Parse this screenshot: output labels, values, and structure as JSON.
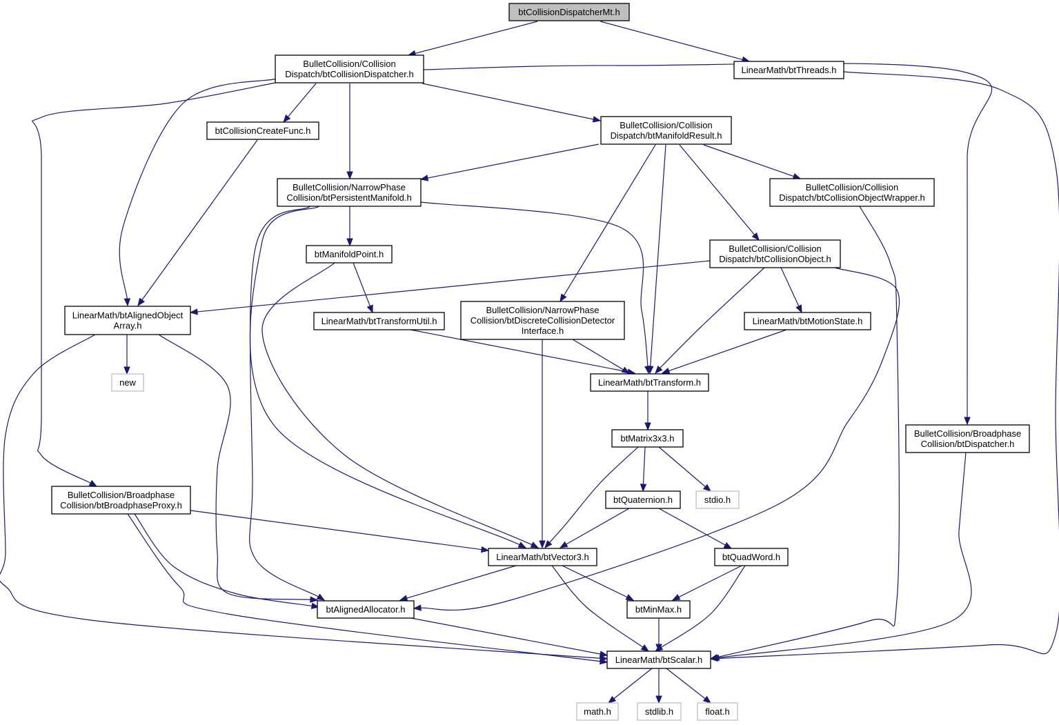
{
  "graph": {
    "nodes": [
      {
        "id": "root",
        "lines": [
          "btCollisionDispatcherMt.h"
        ],
        "kind": "root"
      },
      {
        "id": "dispatcher",
        "lines": [
          "BulletCollision/Collision",
          "Dispatch/btCollisionDispatcher.h"
        ],
        "kind": "file"
      },
      {
        "id": "threads",
        "lines": [
          "LinearMath/btThreads.h"
        ],
        "kind": "file"
      },
      {
        "id": "createfunc",
        "lines": [
          "btCollisionCreateFunc.h"
        ],
        "kind": "file"
      },
      {
        "id": "manifoldresult",
        "lines": [
          "BulletCollision/Collision",
          "Dispatch/btManifoldResult.h"
        ],
        "kind": "file"
      },
      {
        "id": "persistent",
        "lines": [
          "BulletCollision/NarrowPhase",
          "Collision/btPersistentManifold.h"
        ],
        "kind": "file"
      },
      {
        "id": "objwrapper",
        "lines": [
          "BulletCollision/Collision",
          "Dispatch/btCollisionObjectWrapper.h"
        ],
        "kind": "file"
      },
      {
        "id": "manifoldpoint",
        "lines": [
          "btManifoldPoint.h"
        ],
        "kind": "file"
      },
      {
        "id": "colobject",
        "lines": [
          "BulletCollision/Collision",
          "Dispatch/btCollisionObject.h"
        ],
        "kind": "file"
      },
      {
        "id": "alignedarray",
        "lines": [
          "LinearMath/btAlignedObject",
          "Array.h"
        ],
        "kind": "file"
      },
      {
        "id": "transformutil",
        "lines": [
          "LinearMath/btTransformUtil.h"
        ],
        "kind": "file"
      },
      {
        "id": "discrete",
        "lines": [
          "BulletCollision/NarrowPhase",
          "Collision/btDiscreteCollisionDetector",
          "Interface.h"
        ],
        "kind": "file"
      },
      {
        "id": "motionstate",
        "lines": [
          "LinearMath/btMotionState.h"
        ],
        "kind": "file"
      },
      {
        "id": "new",
        "lines": [
          "new"
        ],
        "kind": "system"
      },
      {
        "id": "transform",
        "lines": [
          "LinearMath/btTransform.h"
        ],
        "kind": "file"
      },
      {
        "id": "matrix",
        "lines": [
          "btMatrix3x3.h"
        ],
        "kind": "file"
      },
      {
        "id": "btdispatcher",
        "lines": [
          "BulletCollision/Broadphase",
          "Collision/btDispatcher.h"
        ],
        "kind": "file"
      },
      {
        "id": "broadproxy",
        "lines": [
          "BulletCollision/Broadphase",
          "Collision/btBroadphaseProxy.h"
        ],
        "kind": "file"
      },
      {
        "id": "quaternion",
        "lines": [
          "btQuaternion.h"
        ],
        "kind": "file"
      },
      {
        "id": "stdio",
        "lines": [
          "stdio.h"
        ],
        "kind": "system"
      },
      {
        "id": "vector3",
        "lines": [
          "LinearMath/btVector3.h"
        ],
        "kind": "file"
      },
      {
        "id": "quadword",
        "lines": [
          "btQuadWord.h"
        ],
        "kind": "file"
      },
      {
        "id": "allocator",
        "lines": [
          "btAlignedAllocator.h"
        ],
        "kind": "file"
      },
      {
        "id": "minmax",
        "lines": [
          "btMinMax.h"
        ],
        "kind": "file"
      },
      {
        "id": "scalar",
        "lines": [
          "LinearMath/btScalar.h"
        ],
        "kind": "file"
      },
      {
        "id": "math",
        "lines": [
          "math.h"
        ],
        "kind": "system"
      },
      {
        "id": "stdlib",
        "lines": [
          "stdlib.h"
        ],
        "kind": "system"
      },
      {
        "id": "float",
        "lines": [
          "float.h"
        ],
        "kind": "system"
      }
    ],
    "edges": [
      [
        "root",
        "dispatcher"
      ],
      [
        "root",
        "threads"
      ],
      [
        "dispatcher",
        "createfunc"
      ],
      [
        "dispatcher",
        "manifoldresult"
      ],
      [
        "dispatcher",
        "persistent"
      ],
      [
        "dispatcher",
        "alignedarray"
      ],
      [
        "dispatcher",
        "broadproxy"
      ],
      [
        "dispatcher",
        "btdispatcher"
      ],
      [
        "threads",
        "scalar"
      ],
      [
        "createfunc",
        "alignedarray"
      ],
      [
        "manifoldresult",
        "persistent"
      ],
      [
        "manifoldresult",
        "objwrapper"
      ],
      [
        "manifoldresult",
        "colobject"
      ],
      [
        "manifoldresult",
        "discrete"
      ],
      [
        "manifoldresult",
        "transform"
      ],
      [
        "persistent",
        "manifoldpoint"
      ],
      [
        "persistent",
        "transform"
      ],
      [
        "persistent",
        "vector3"
      ],
      [
        "persistent",
        "allocator"
      ],
      [
        "objwrapper",
        "scalar"
      ],
      [
        "manifoldpoint",
        "transformutil"
      ],
      [
        "manifoldpoint",
        "vector3"
      ],
      [
        "colobject",
        "alignedarray"
      ],
      [
        "colobject",
        "motionstate"
      ],
      [
        "colobject",
        "transform"
      ],
      [
        "colobject",
        "allocator"
      ],
      [
        "alignedarray",
        "new"
      ],
      [
        "alignedarray",
        "allocator"
      ],
      [
        "alignedarray",
        "scalar"
      ],
      [
        "transformutil",
        "transform"
      ],
      [
        "discrete",
        "transform"
      ],
      [
        "discrete",
        "vector3"
      ],
      [
        "motionstate",
        "transform"
      ],
      [
        "transform",
        "matrix"
      ],
      [
        "matrix",
        "quaternion"
      ],
      [
        "matrix",
        "stdio"
      ],
      [
        "matrix",
        "vector3"
      ],
      [
        "btdispatcher",
        "scalar"
      ],
      [
        "broadproxy",
        "vector3"
      ],
      [
        "broadproxy",
        "allocator"
      ],
      [
        "broadproxy",
        "scalar"
      ],
      [
        "quaternion",
        "vector3"
      ],
      [
        "quaternion",
        "quadword"
      ],
      [
        "vector3",
        "allocator"
      ],
      [
        "vector3",
        "minmax"
      ],
      [
        "vector3",
        "scalar"
      ],
      [
        "quadword",
        "minmax"
      ],
      [
        "quadword",
        "scalar"
      ],
      [
        "allocator",
        "scalar"
      ],
      [
        "minmax",
        "scalar"
      ],
      [
        "scalar",
        "math"
      ],
      [
        "scalar",
        "stdlib"
      ],
      [
        "scalar",
        "float"
      ]
    ]
  }
}
